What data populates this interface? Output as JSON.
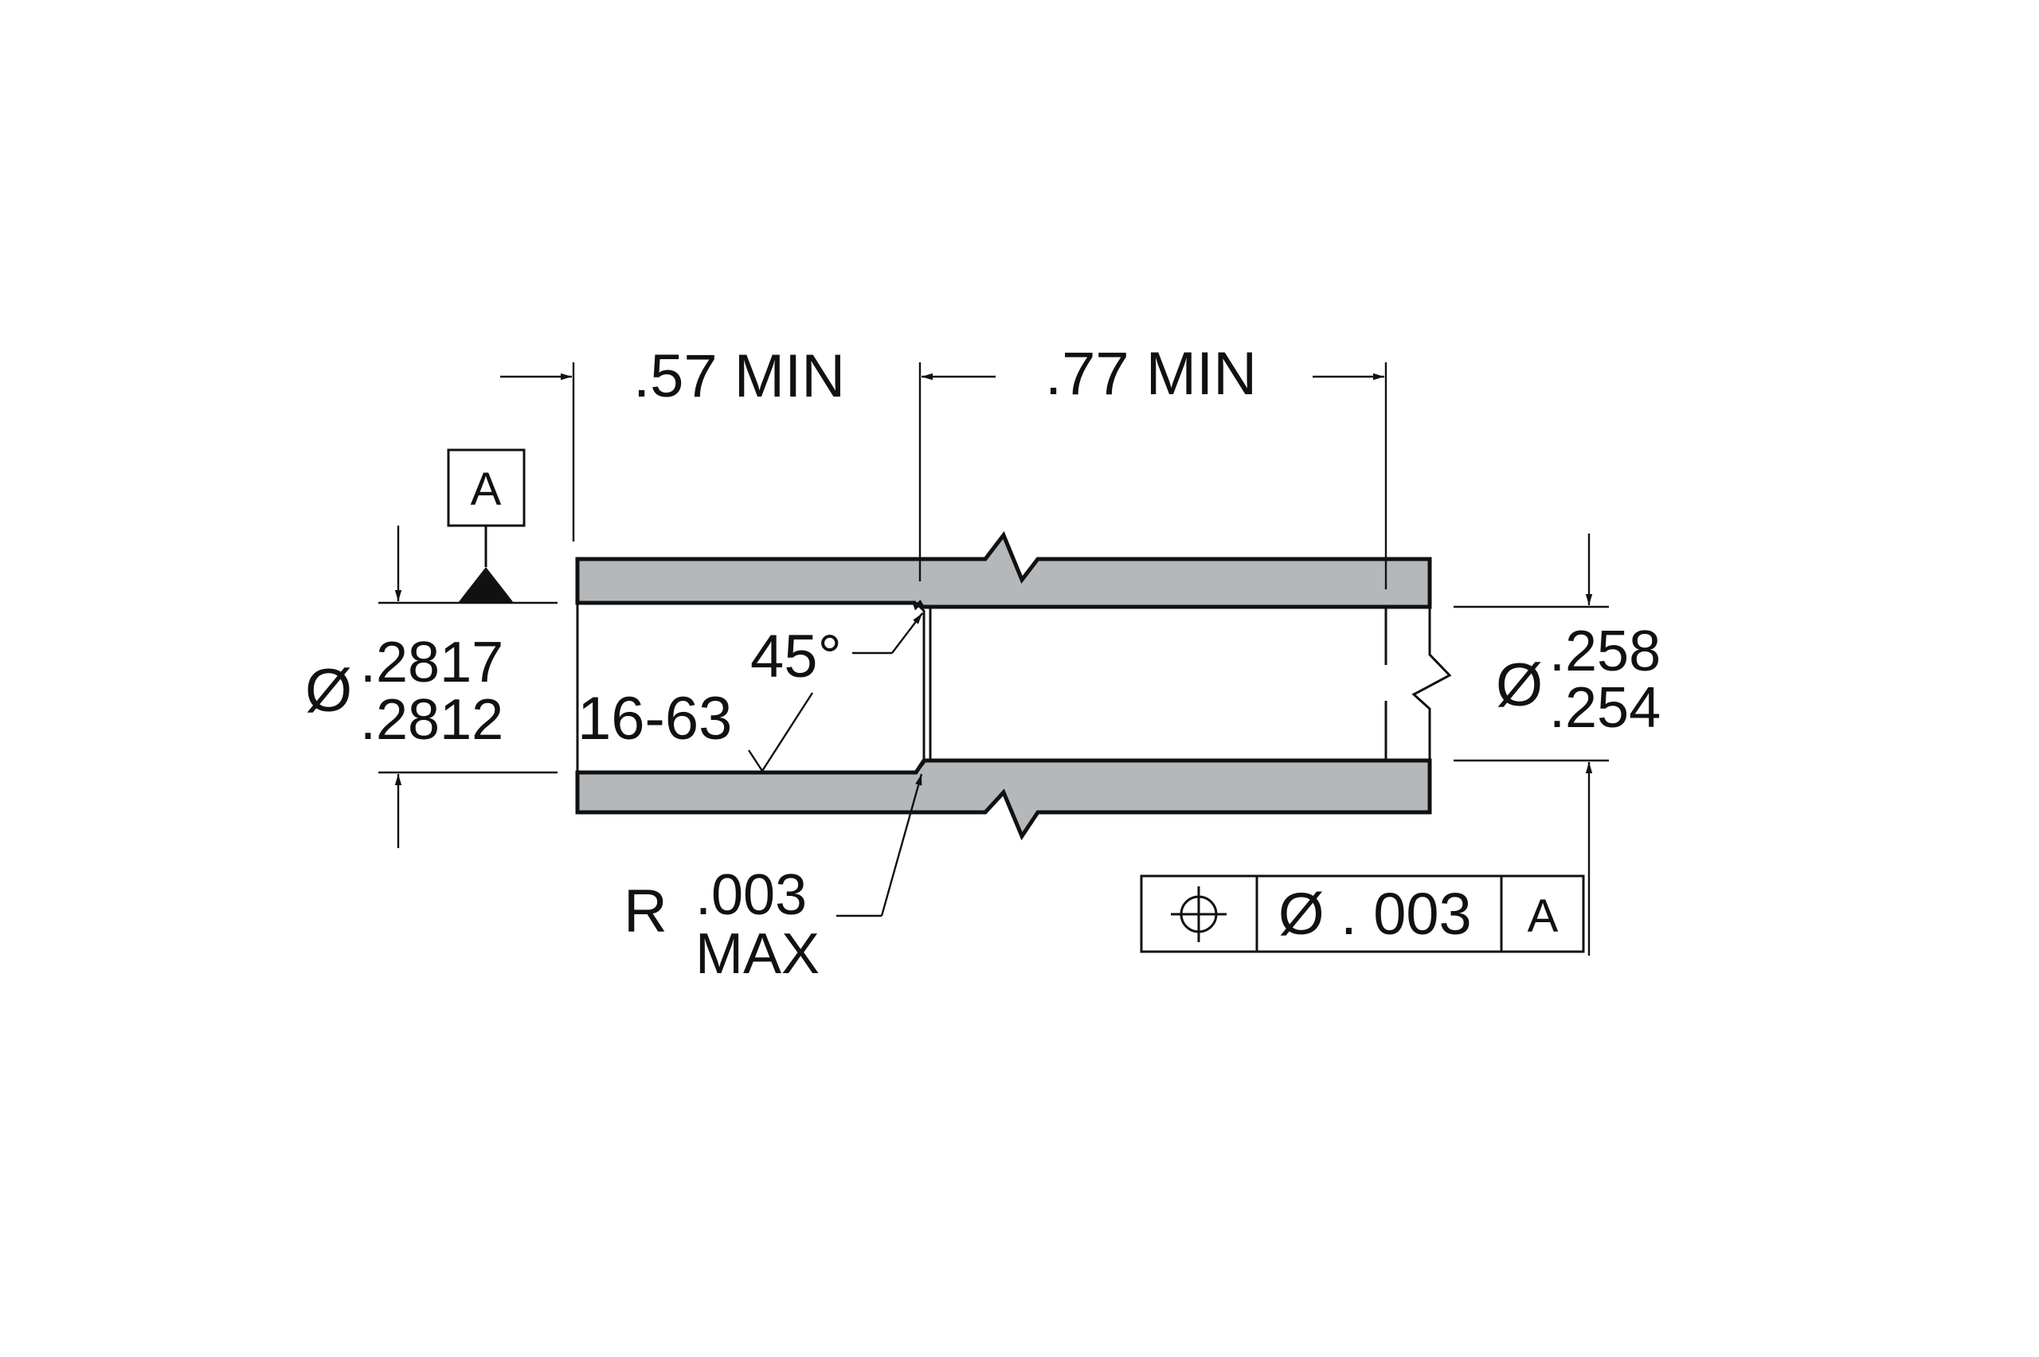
{
  "colors": {
    "part_fill": "#b5b8bb",
    "line": "#111111",
    "background": "#ffffff"
  },
  "dimensions": {
    "length_left": ".57 MIN",
    "length_right": ".77 MIN",
    "left_dia_symbol": "Ø",
    "left_dia_upper": ".2817",
    "left_dia_lower": ".2812",
    "right_dia_symbol": "Ø",
    "right_dia_upper": ".258",
    "right_dia_lower": ".254",
    "chamfer_angle": "45°",
    "surface_finish": "16-63",
    "radius_prefix": "R",
    "radius_value": ".003",
    "radius_suffix": "MAX"
  },
  "datum": {
    "letter": "A"
  },
  "feature_control_frame": {
    "symbol": "position-icon",
    "tolerance": "Ø . 003",
    "datum_ref": "A"
  }
}
